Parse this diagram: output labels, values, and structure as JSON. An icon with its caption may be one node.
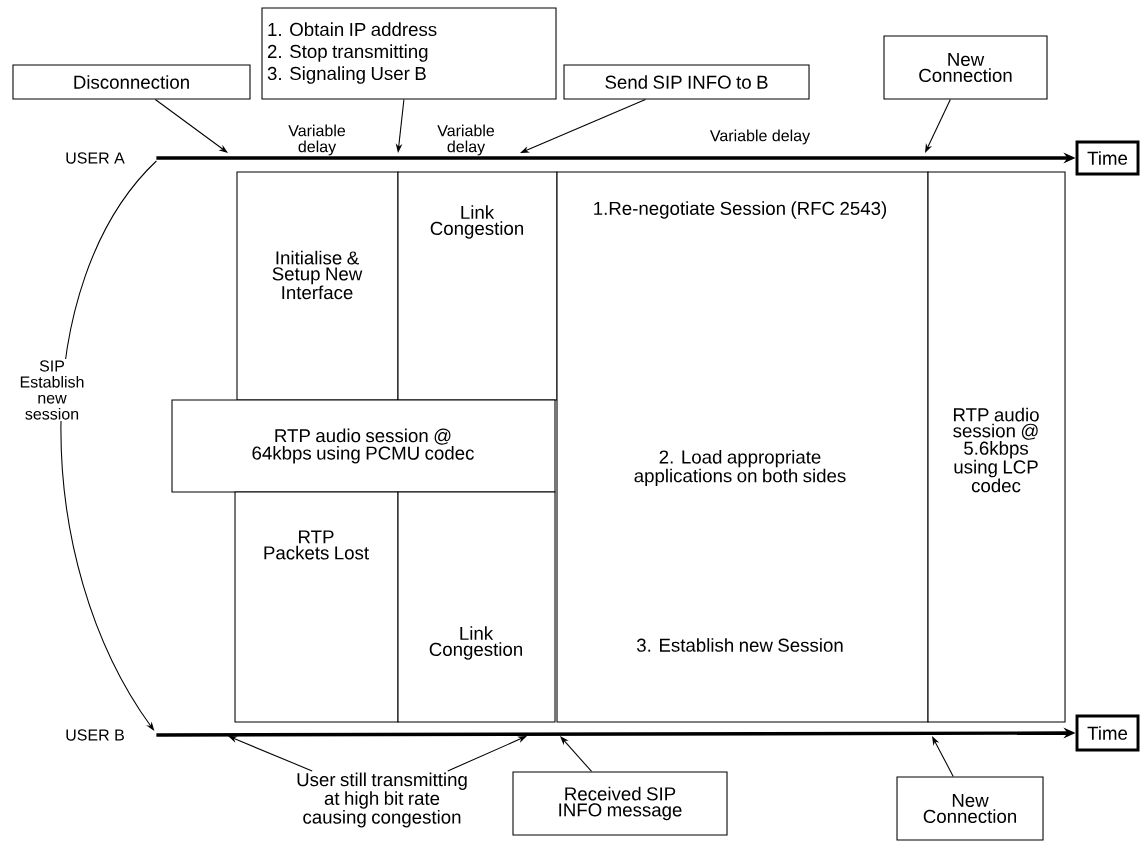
{
  "diagram": {
    "nodes": [
      {
        "text": [
          "Disconnection"
        ]
      },
      {
        "text": [
          "1. Obtain IP address",
          "2. Stop transmitting",
          "3. Signaling User B"
        ]
      },
      {
        "text": [
          "Send SIP INFO to B"
        ]
      },
      {
        "text": [
          "New Connection"
        ]
      },
      {
        "text": [
          "USER A"
        ]
      },
      {
        "text": [
          "Time"
        ]
      },
      {
        "text": [
          "Initialise & Setup New Interface"
        ]
      },
      {
        "text": [
          "Link Congestion"
        ]
      },
      {
        "text": [
          "1.Re-negotiate Session (RFC 2543)",
          "2. Load appropriate applications on both sides",
          "3. Establish new Session"
        ]
      },
      {
        "text": [
          "RTP audio session @ 5.6kbps using LCP codec"
        ]
      },
      {
        "text": [
          "RTP audio session @ 64kbps using PCMU codec"
        ]
      },
      {
        "text": [
          "RTP Packets Lost"
        ]
      },
      {
        "text": [
          "Link Congestion"
        ]
      },
      {
        "text": [
          "USER B"
        ]
      },
      {
        "text": [
          "Time"
        ]
      },
      {
        "text": [
          "User still transmitting at high bit rate causing congestion"
        ]
      },
      {
        "text": [
          "Received SIP INFO message"
        ]
      },
      {
        "text": [
          "New Connection"
        ]
      }
    ],
    "edges": [
      {
        "from": 4,
        "to": 5,
        "arrow": "to",
        "style": "thick"
      },
      {
        "from": 13,
        "to": 14,
        "arrow": "to",
        "style": "thick"
      },
      {
        "from": 4,
        "to": 13,
        "arrow": "to",
        "label": "SIP Establish new session"
      },
      {
        "from": 0,
        "to": null,
        "arrow": "to"
      },
      {
        "from": 1,
        "to": null,
        "arrow": "to"
      },
      {
        "from": 2,
        "to": null,
        "arrow": "to"
      },
      {
        "from": 3,
        "to": null,
        "arrow": "to"
      },
      {
        "from": 15,
        "to": null,
        "arrow": "to"
      },
      {
        "from": 15,
        "to": null,
        "arrow": "to"
      },
      {
        "from": 16,
        "to": null,
        "arrow": "to"
      },
      {
        "from": 17,
        "to": null,
        "arrow": "to"
      }
    ],
    "labels": [
      "Variable delay",
      "Variable delay",
      "Variable delay"
    ]
  }
}
